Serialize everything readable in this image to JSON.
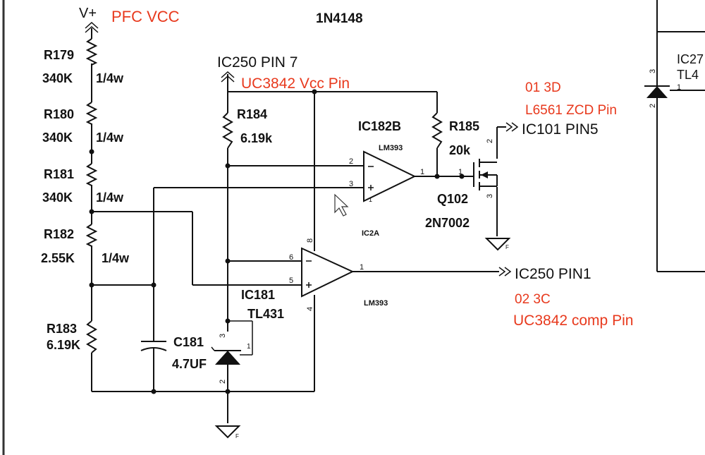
{
  "labels": {
    "v_plus": "V+",
    "pfc_vcc": "PFC VCC",
    "diode_top": "1N4148",
    "ic250_pin7": "IC250 PIN 7",
    "uc3842_vcc": "UC3842 Vcc Pin",
    "r179": "R179",
    "r179_val": "340K",
    "r179_w": "1/4w",
    "r180": "R180",
    "r180_val": "340K",
    "r180_w": "1/4w",
    "r181": "R181",
    "r181_val": "340K",
    "r181_w": "1/4w",
    "r182": "R182",
    "r182_val": "2.55K",
    "r182_w": "1/4w",
    "r183": "R183",
    "r183_val": "6.19K",
    "r184": "R184",
    "r184_val": "6.19k",
    "ic182b": "IC182B",
    "lm393_top": "LM393",
    "r185": "R185",
    "r185_val": "20k",
    "ic101": "IC101 PIN5",
    "note1_ref": "01 3D",
    "note1_text": "L6561 ZCD Pin",
    "q102": "Q102",
    "q102_part": "2N7002",
    "ic2a": "IC2A",
    "ic250_pin1": "IC250 PIN1",
    "lm393_bottom": "LM393",
    "note2_ref": "02 3C",
    "note2_text": "UC3842 comp Pin",
    "ic181": "IC181",
    "tl431": "TL431",
    "c181": "C181",
    "c181_val": "4.7UF",
    "ic27_partial": "IC27",
    "tl4_partial": "TL4"
  },
  "pins": {
    "u1_in_minus": "2",
    "u1_in_plus": "3",
    "u1_out": "1",
    "u1_pwr": "1",
    "q_gate": "1",
    "q_drain": "2",
    "q_source": "3",
    "u2_in_minus": "6",
    "u2_in_plus": "5",
    "u2_out": "1",
    "u2_vcc": "8",
    "u2_gnd": "4",
    "tl_cathode": "3",
    "tl_ref": "1",
    "tl_anode": "2",
    "ic27_pin3": "3",
    "ic27_pin1": "1",
    "ic27_pin2": "2"
  },
  "symbols": {
    "minus": "−",
    "plus": "+",
    "ground_mark": "F"
  },
  "colors": {
    "annotation": "#e8391d",
    "ink": "#111111"
  }
}
